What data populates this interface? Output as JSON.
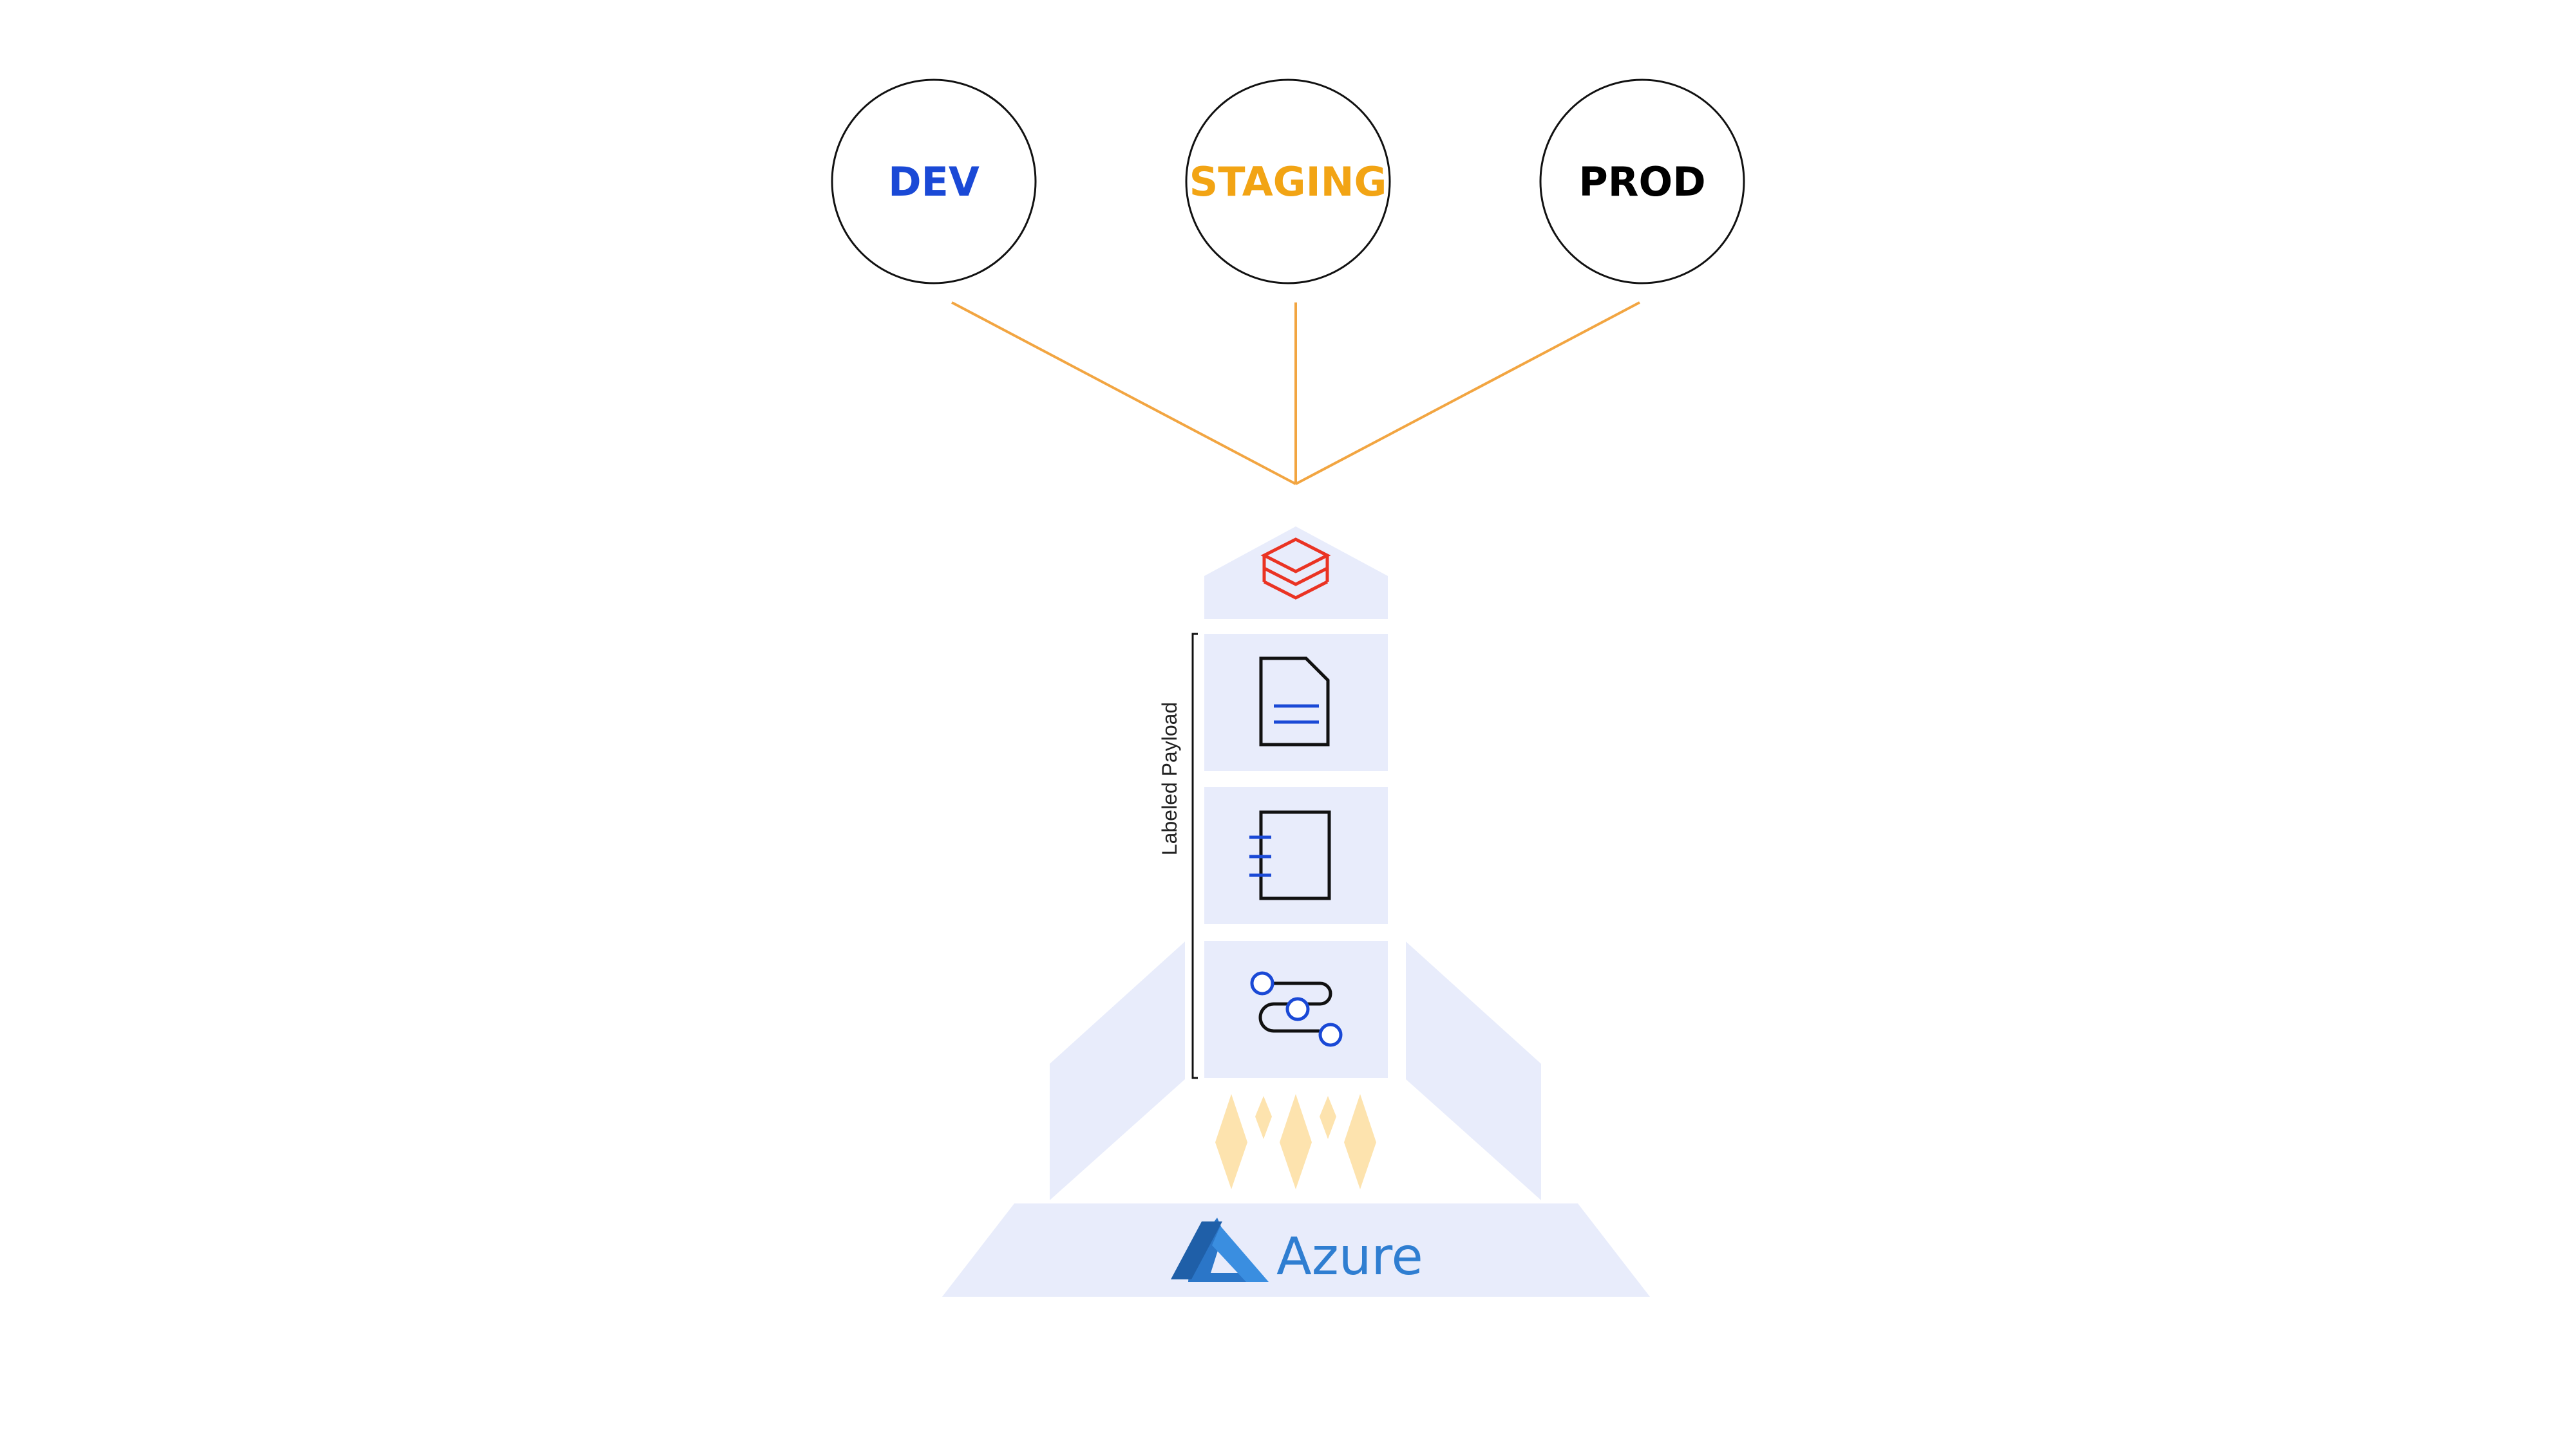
{
  "environments": [
    {
      "id": "dev",
      "label": "DEV",
      "color": "#1a49d6"
    },
    {
      "id": "staging",
      "label": "STAGING",
      "color": "#f2a414"
    },
    {
      "id": "prod",
      "label": "PROD",
      "color": "#000000"
    }
  ],
  "payload_label": "Labeled Payload",
  "platform_label": "Azure",
  "colors": {
    "connector": "#f2a541",
    "rocket_fill": "#e8ecfb",
    "flame": "#fde3ae",
    "databricks_red": "#ea3323",
    "icon_blue": "#1a49d6",
    "azure_blue": "#2f7ed1"
  },
  "icons": [
    "databricks-icon",
    "document-icon",
    "notebook-icon",
    "pipeline-icon",
    "azure-logo-icon"
  ]
}
